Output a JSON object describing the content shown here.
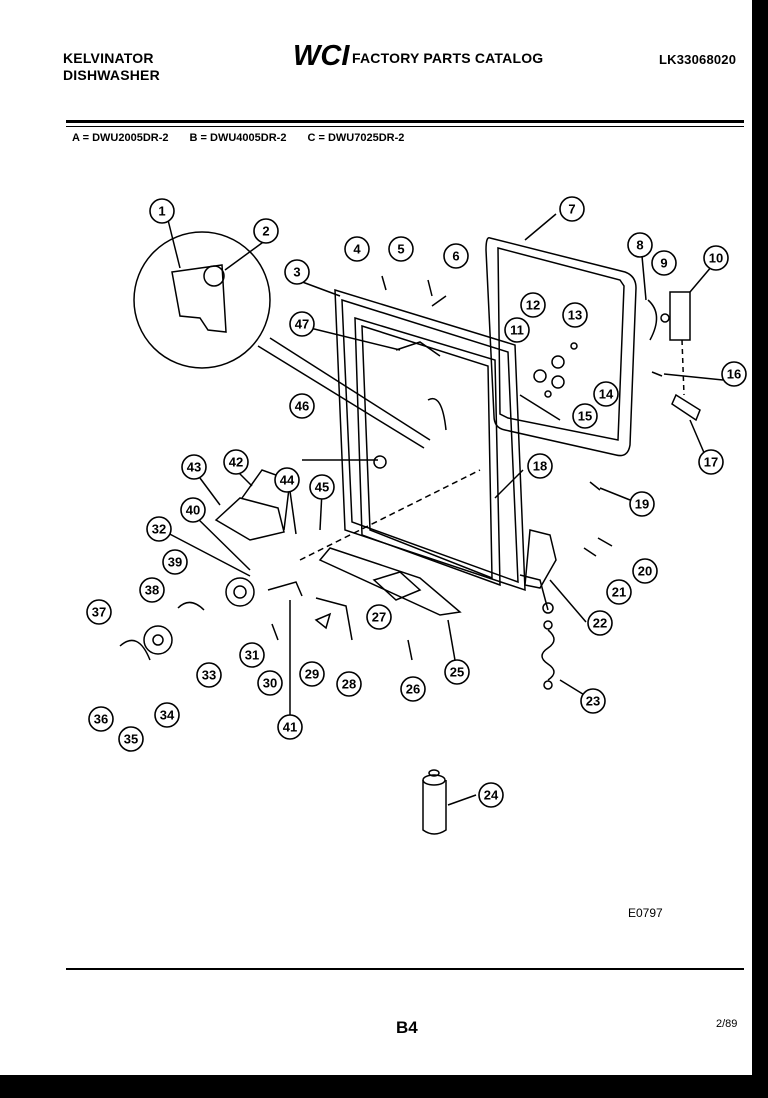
{
  "header": {
    "brand_line1": "KELVINATOR",
    "brand_line2": "DISHWASHER",
    "logo_text": "WCI",
    "catalog_title": "FACTORY PARTS CATALOG",
    "catalog_number": "LK33068020"
  },
  "models": [
    "A = DWU2005DR-2",
    "B = DWU4005DR-2",
    "C = DWU7025DR-2"
  ],
  "callouts": [
    "1",
    "2",
    "3",
    "4",
    "5",
    "6",
    "7",
    "8",
    "9",
    "10",
    "11",
    "12",
    "13",
    "14",
    "15",
    "16",
    "17",
    "18",
    "19",
    "20",
    "21",
    "22",
    "23",
    "24",
    "25",
    "26",
    "27",
    "28",
    "29",
    "30",
    "31",
    "32",
    "33",
    "34",
    "35",
    "36",
    "37",
    "38",
    "39",
    "40",
    "41",
    "42",
    "43",
    "44",
    "45",
    "46",
    "47"
  ],
  "footer": {
    "figure_code": "E0797",
    "page_number": "B4",
    "date_code": "2/89"
  }
}
